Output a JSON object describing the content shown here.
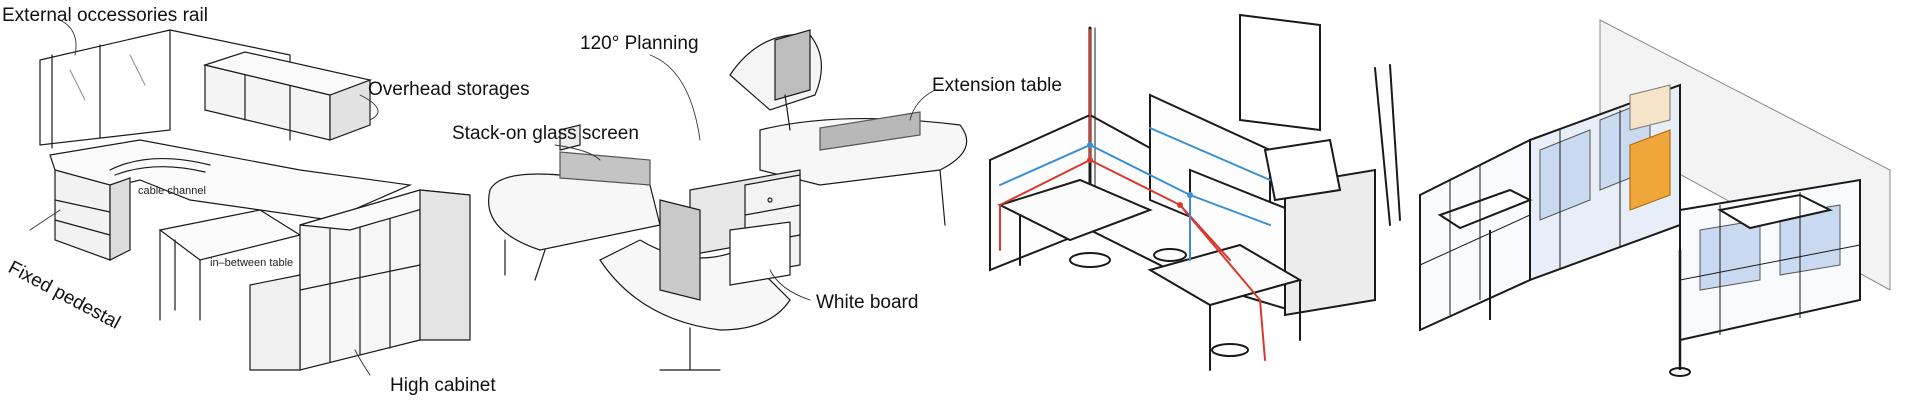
{
  "panel1": {
    "labels": {
      "rail": "External occessories rail",
      "overhead": "Overhead storages",
      "cable": "cable channel",
      "pedestal": "Fixed pedestal",
      "inbetween": "in–between table",
      "cabinet": "High cabinet"
    }
  },
  "panel2": {
    "labels": {
      "planning": "120° Planning",
      "glass": "Stack-on glass screen",
      "extension": "Extension table",
      "whiteboard": "White board"
    }
  },
  "colors": {
    "line": "#1a1a1a",
    "red_wire": "#d63a2f",
    "blue_wire": "#3a8fd0",
    "glass_tint": "#c9d9f0",
    "highlight": "#f0a63a",
    "shading": "#9a9a9a"
  }
}
